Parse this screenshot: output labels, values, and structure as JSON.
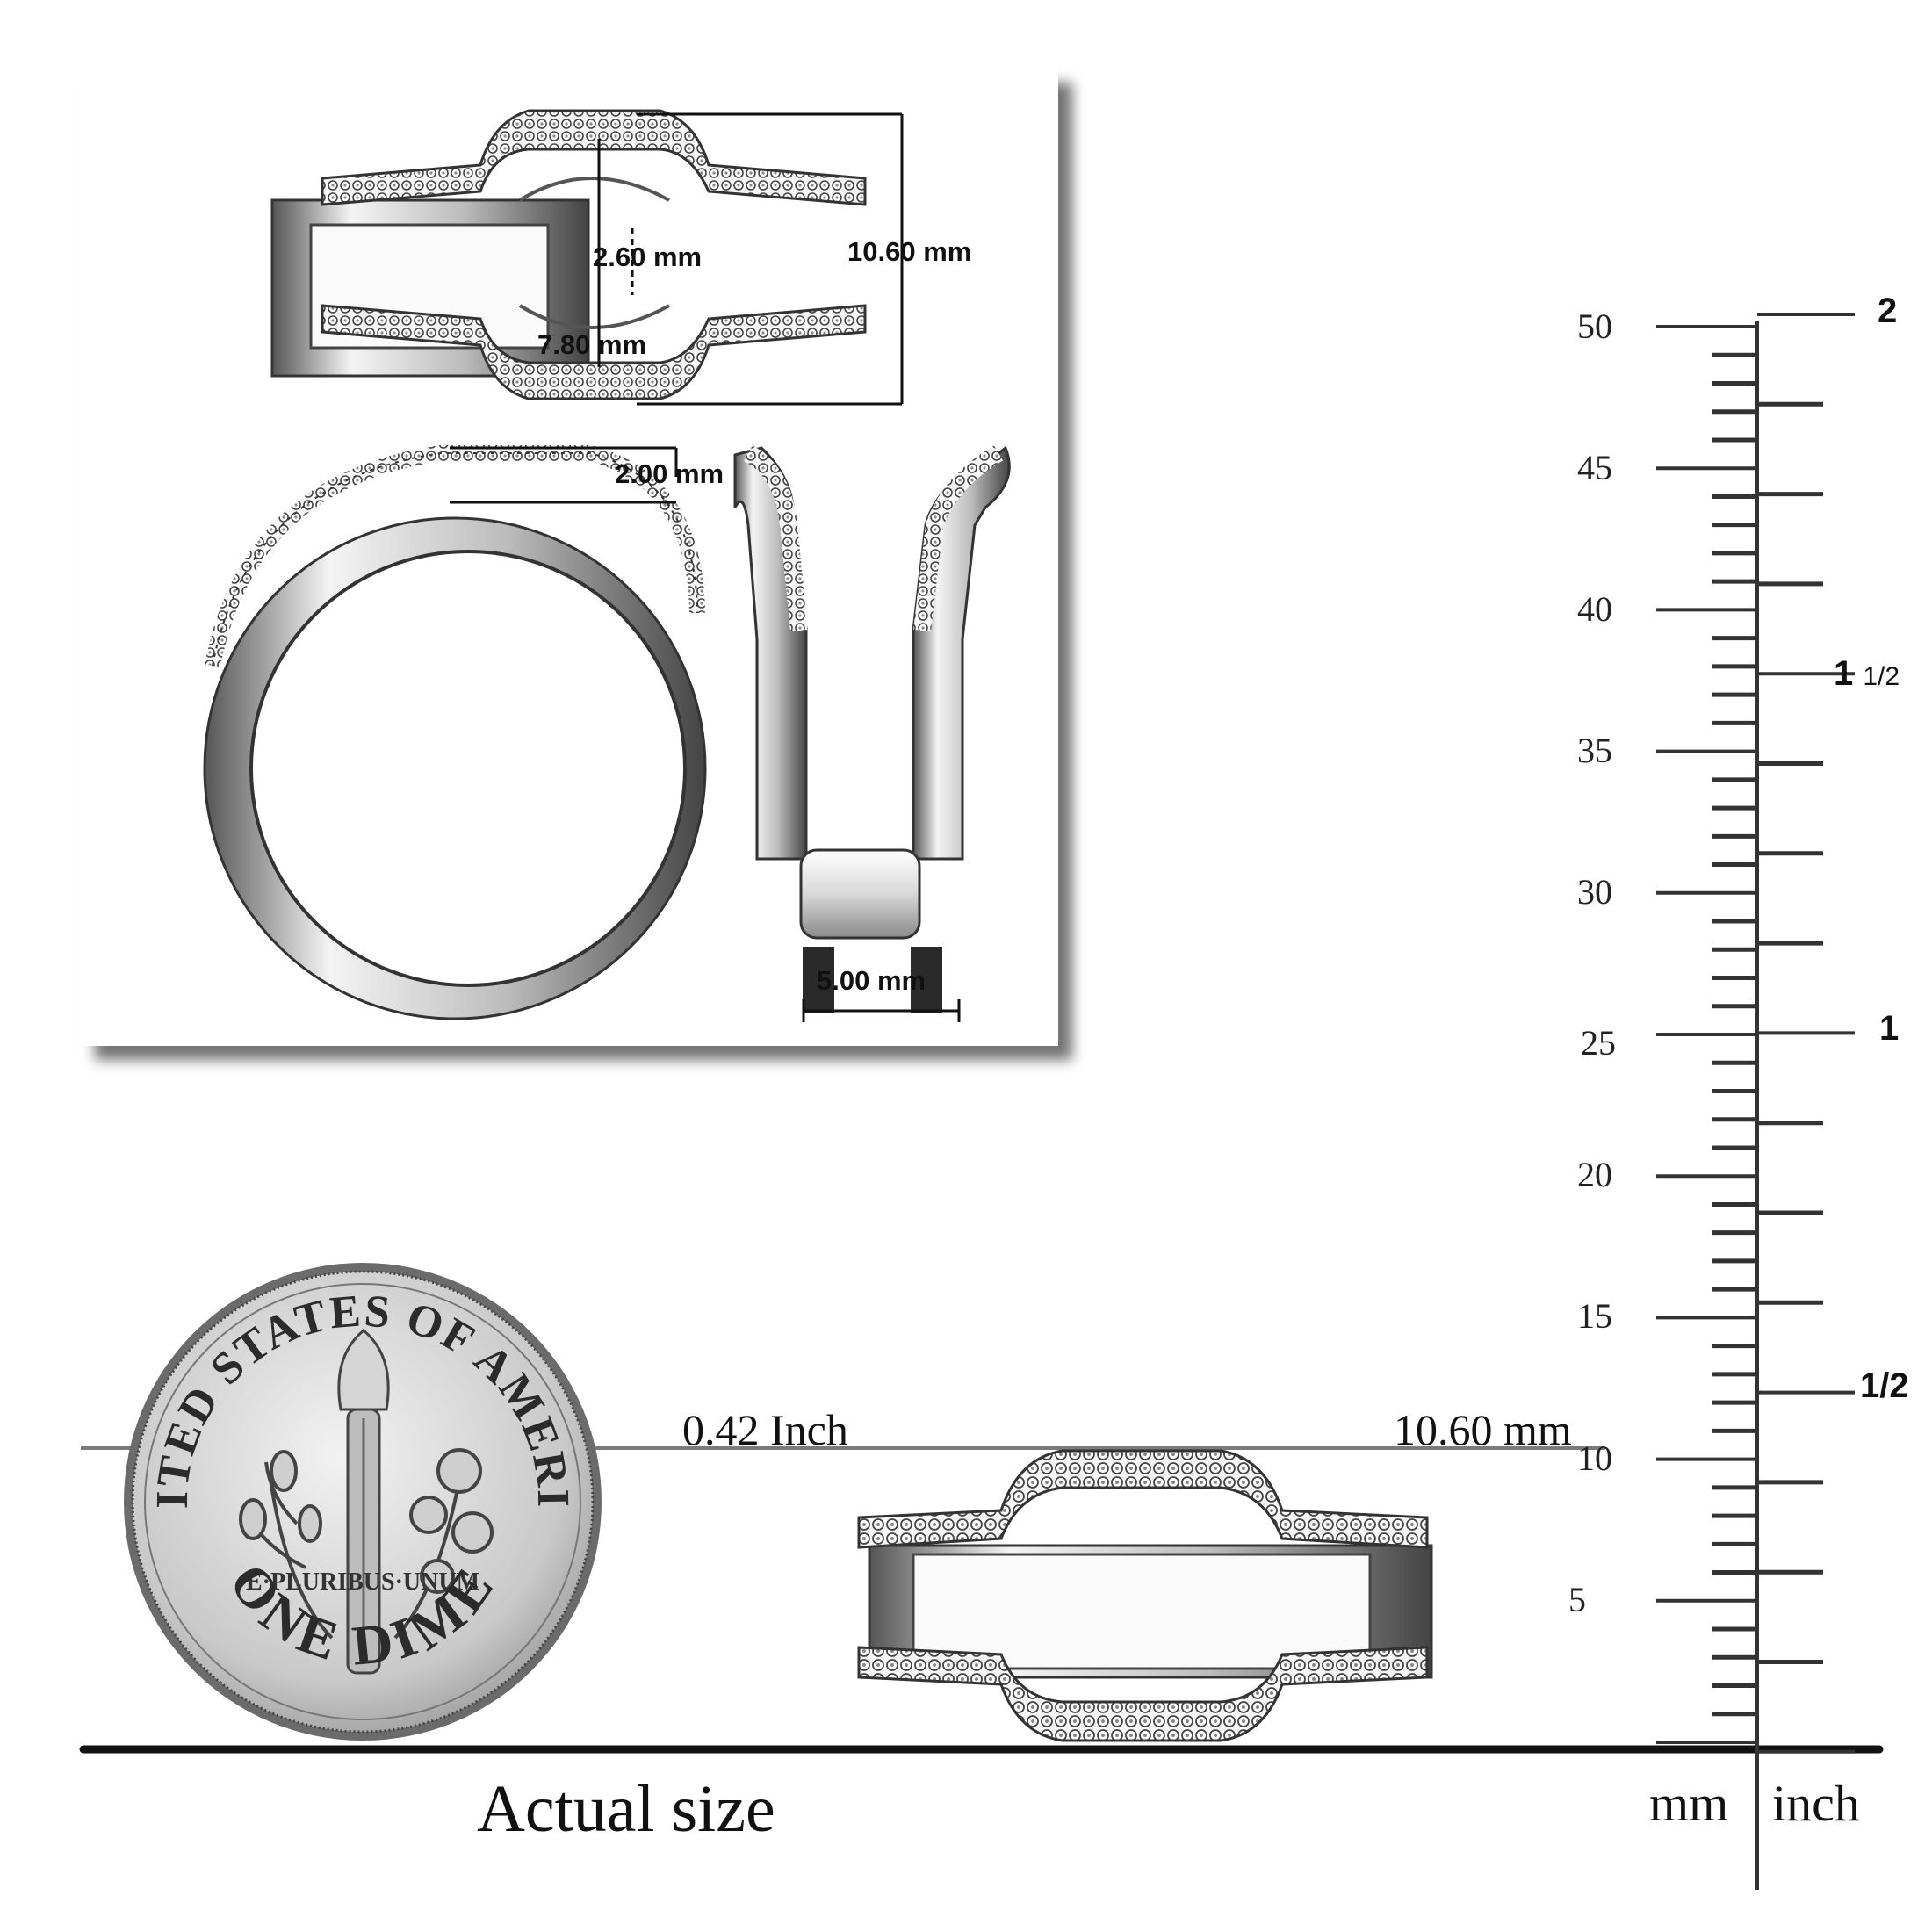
{
  "panel": {
    "dims": {
      "gap": "2.60 mm",
      "total_height": "10.60 mm",
      "inner_width": "7.80 mm",
      "band_width": "2.00 mm",
      "base_width": "5.00 mm"
    }
  },
  "reference": {
    "inch_value": "0.42 Inch",
    "mm_value": "10.60 mm",
    "caption": "Actual size"
  },
  "dime": {
    "top_text": "UNITED STATES OF AMERICA",
    "motto": "E·PLURIBUS·UNUM",
    "bottom_text": "ONE DIME"
  },
  "ruler": {
    "mm_labels": [
      "50",
      "45",
      "40",
      "35",
      "30",
      "25",
      "20",
      "15",
      "10",
      "5"
    ],
    "inch_labels": {
      "two": "2",
      "one_half_whole": "1",
      "one_half_frac": "1/2",
      "one": "1",
      "half": "1/2"
    },
    "unit_mm": "mm",
    "unit_inch": "inch"
  },
  "colors": {
    "metal_dark": "#3a3a3a",
    "metal_mid": "#9a9a9a",
    "metal_light": "#f2f2f2",
    "line": "#222222"
  }
}
